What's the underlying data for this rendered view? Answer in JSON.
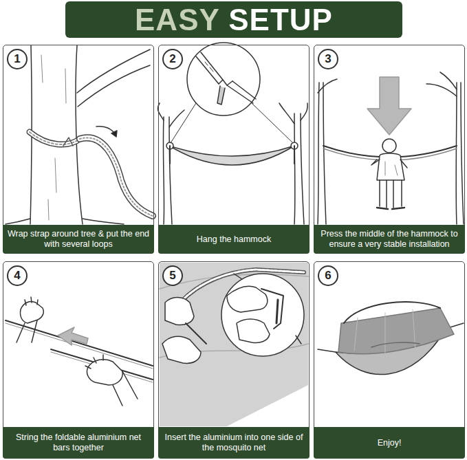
{
  "diagram": {
    "title": "EASY SETUP",
    "nodes": [
      {
        "text": [
          "Wrap strap around tree & put the end with several loops"
        ]
      },
      {
        "text": [
          "1"
        ],
        "in": 0
      },
      {
        "text": [
          "Hang the hammock"
        ]
      },
      {
        "text": [
          "2"
        ],
        "in": 2
      },
      {
        "text": [
          "Press the middle of the hammock to ensure a very stable installation"
        ]
      },
      {
        "text": [
          "3"
        ],
        "in": 4
      },
      {
        "text": [
          "String the foldable aluminium net bars together"
        ]
      },
      {
        "text": [
          "4"
        ],
        "in": 6
      },
      {
        "text": [
          "Insert the aluminium into one side of the mosquito net"
        ]
      },
      {
        "text": [
          "5"
        ],
        "in": 8
      },
      {
        "text": [
          "Enjoy!"
        ]
      },
      {
        "text": [
          "6"
        ],
        "in": 10
      }
    ]
  }
}
